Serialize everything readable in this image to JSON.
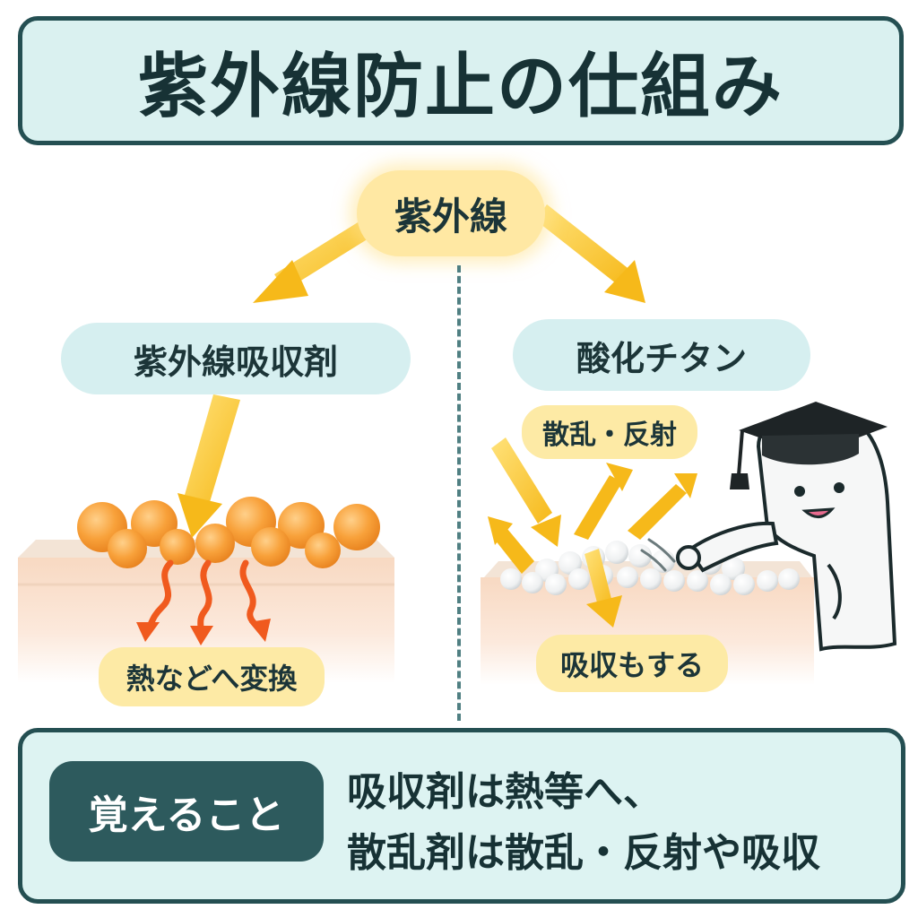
{
  "title": "紫外線防止の仕組み",
  "source_label": "紫外線",
  "left": {
    "heading": "紫外線吸収剤",
    "result": "熱などへ変換"
  },
  "right": {
    "heading": "酸化チタン",
    "scatter_label": "散乱・反射",
    "absorb_label": "吸収もする"
  },
  "summary": {
    "label": "覚えること",
    "line1": "吸収剤は熱等へ、",
    "line2": "散乱剤は散乱・反射や吸収"
  },
  "colors": {
    "frame": "#244f52",
    "teal_fill": "#daf1f0",
    "yellow_fill": "#ffe8a3",
    "arrow_yellow": "#f7c21b",
    "orange_particle": "#f79a2c",
    "heat_arrow": "#f05a1e"
  },
  "icons": {
    "mascot": "graduation-cap-ghost"
  }
}
